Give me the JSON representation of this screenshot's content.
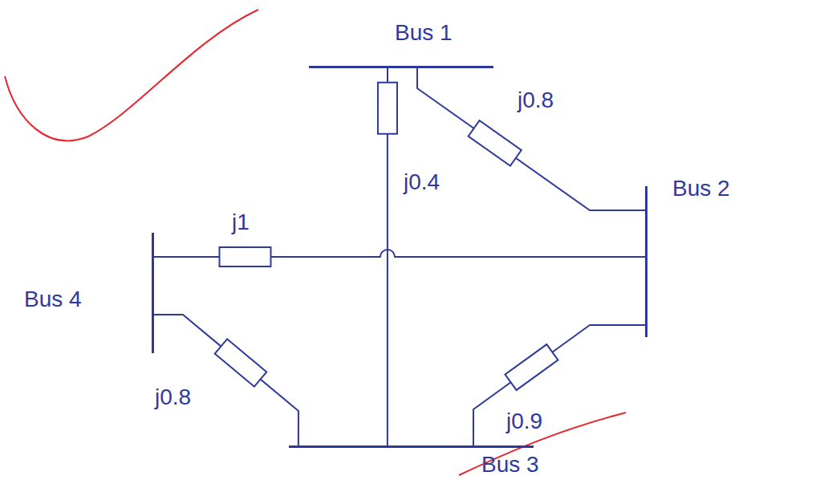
{
  "diagram": {
    "nodes": [
      {
        "text": [
          "Bus 1"
        ]
      },
      {
        "text": [
          "Bus 2"
        ]
      },
      {
        "text": [
          "Bus 3"
        ]
      },
      {
        "text": [
          "Bus 4"
        ]
      }
    ],
    "edges": [
      {
        "from": 0,
        "to": 1,
        "arrow": "none",
        "label": "j0.8"
      },
      {
        "from": 0,
        "to": 2,
        "arrow": "none",
        "label": "j0.4"
      },
      {
        "from": 3,
        "to": 1,
        "arrow": "none",
        "label": "j1"
      },
      {
        "from": 3,
        "to": 2,
        "arrow": "none",
        "label": "j0.8"
      },
      {
        "from": 1,
        "to": 2,
        "arrow": "none",
        "label": "j0.9"
      }
    ]
  }
}
